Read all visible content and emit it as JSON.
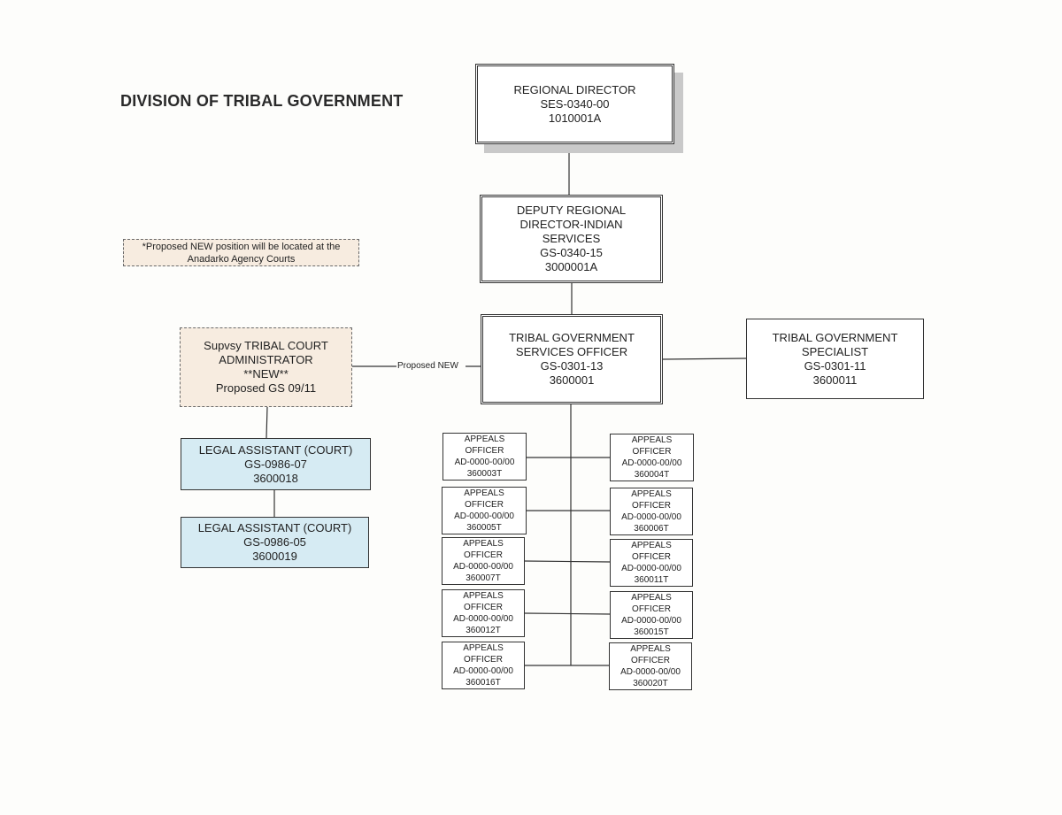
{
  "title": "DIVISION OF TRIBAL GOVERNMENT",
  "note": {
    "line1": "*Proposed NEW position will be located at the",
    "line2": "Anadarko Agency Courts"
  },
  "regional_director": [
    "REGIONAL DIRECTOR",
    "SES-0340-00",
    "1010001A"
  ],
  "deputy_director": [
    "DEPUTY REGIONAL",
    "DIRECTOR-INDIAN",
    "SERVICES",
    "GS-0340-15",
    "3000001A"
  ],
  "tribal_gov_officer": [
    "TRIBAL GOVERNMENT",
    "SERVICES OFFICER",
    "GS-0301-13",
    "3600001"
  ],
  "tribal_gov_specialist": [
    "TRIBAL GOVERNMENT",
    "SPECIALIST",
    "GS-0301-11",
    "3600011"
  ],
  "court_admin": [
    "Supvsy TRIBAL COURT",
    "ADMINISTRATOR",
    "**NEW**",
    "Proposed GS 09/11"
  ],
  "proposed_label": "Proposed NEW",
  "legal_assistant_1": [
    "LEGAL ASSISTANT (COURT)",
    "GS-0986-07",
    "3600018"
  ],
  "legal_assistant_2": [
    "LEGAL ASSISTANT (COURT)",
    "GS-0986-05",
    "3600019"
  ],
  "appeals_left": [
    [
      "APPEALS",
      "OFFICER",
      "AD-0000-00/00",
      "360003T"
    ],
    [
      "APPEALS",
      "OFFICER",
      "AD-0000-00/00",
      "360005T"
    ],
    [
      "APPEALS",
      "OFFICER",
      "AD-0000-00/00",
      "360007T"
    ],
    [
      "APPEALS",
      "OFFICER",
      "AD-0000-00/00",
      "360012T"
    ],
    [
      "APPEALS",
      "OFFICER",
      "AD-0000-00/00",
      "360016T"
    ]
  ],
  "appeals_right": [
    [
      "APPEALS",
      "OFFICER",
      "AD-0000-00/00",
      "360004T"
    ],
    [
      "APPEALS",
      "OFFICER",
      "AD-0000-00/00",
      "360006T"
    ],
    [
      "APPEALS",
      "OFFICER",
      "AD-0000-00/00",
      "360011T"
    ],
    [
      "APPEALS",
      "OFFICER",
      "AD-0000-00/00",
      "360015T"
    ],
    [
      "APPEALS",
      "OFFICER",
      "AD-0000-00/00",
      "360020T"
    ]
  ]
}
